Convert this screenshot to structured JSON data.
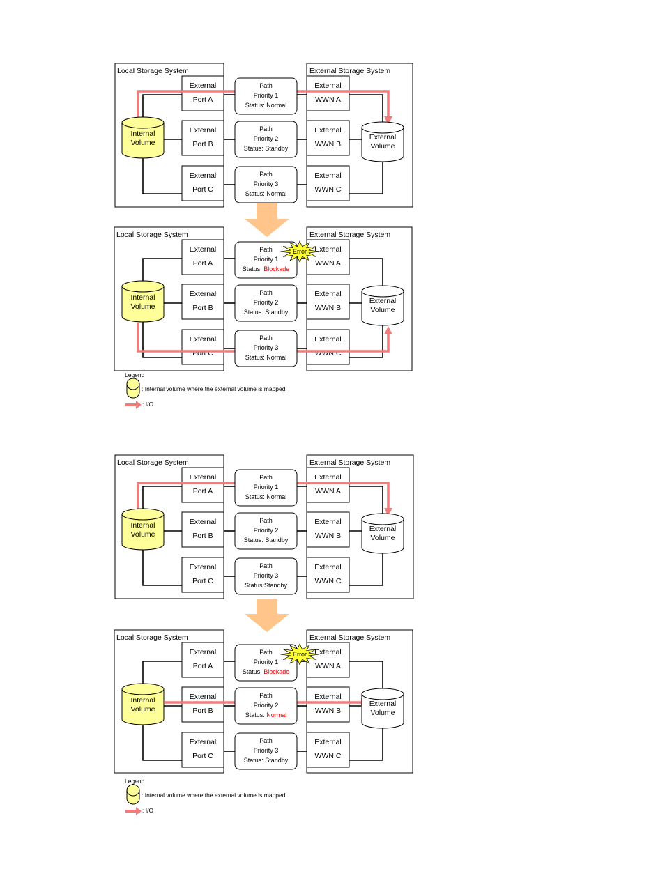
{
  "colors": {
    "io_arrow": "#f07c7c",
    "internal_volume_fill": "#ffff99",
    "external_volume_fill": "#ffffff",
    "blocked_status": "#e00000",
    "error_burst": "#ffff33",
    "transition_arrow": "#ffc58a"
  },
  "icons": [
    "internal-volume-cylinder-icon",
    "external-volume-cylinder-icon",
    "io-arrow-icon",
    "error-burst-icon",
    "down-arrow-icon"
  ],
  "labels": {
    "local": "Local Storage System",
    "external": "External Storage System",
    "external_port": "External",
    "internal_volume": [
      "Internal",
      "Volume"
    ],
    "external_volume": [
      "External",
      "Volume"
    ],
    "path": "Path",
    "error": "Error"
  },
  "diagrams": [
    {
      "id": "d1",
      "ports": [
        "Port A",
        "Port B",
        "Port C"
      ],
      "wwns": [
        "WWN A",
        "WWN B",
        "WWN C"
      ],
      "paths": [
        {
          "priority": "Priority 1",
          "status_prefix": "Status: ",
          "status": "Normal",
          "error": false
        },
        {
          "priority": "Priority 2",
          "status_prefix": "Status: ",
          "status": "Standby",
          "error": false
        },
        {
          "priority": "Priority 3",
          "status_prefix": "Status: ",
          "status": "Normal",
          "error": false
        }
      ],
      "io_path_index": 0
    },
    {
      "id": "d2",
      "ports": [
        "Port A",
        "Port B",
        "Port C"
      ],
      "wwns": [
        "WWN A",
        "WWN B",
        "WWN C"
      ],
      "paths": [
        {
          "priority": "Priority 1",
          "status_prefix": "Status: ",
          "status": "Blockade",
          "error": true
        },
        {
          "priority": "Priority 2",
          "status_prefix": "Status: ",
          "status": "Standby",
          "error": false
        },
        {
          "priority": "Priority 3",
          "status_prefix": "Status: ",
          "status": "Normal",
          "error": false
        }
      ],
      "io_path_index": 2
    },
    {
      "id": "d3",
      "ports": [
        "Port A",
        "Port B",
        "Port C"
      ],
      "wwns": [
        "WWN A",
        "WWN B",
        "WWN C"
      ],
      "paths": [
        {
          "priority": "Priority 1",
          "status_prefix": "Status: ",
          "status": "Normal",
          "error": false
        },
        {
          "priority": "Priority 2",
          "status_prefix": "Status: ",
          "status": "Standby",
          "error": false
        },
        {
          "priority": "Priority 3",
          "status_prefix": "Status:",
          "status": "Standby",
          "error": false
        }
      ],
      "io_path_index": 0
    },
    {
      "id": "d4",
      "ports": [
        "Port A",
        "Port B",
        "Port C"
      ],
      "wwns": [
        "WWN A",
        "WWN B",
        "WWN C"
      ],
      "paths": [
        {
          "priority": "Priority 1",
          "status_prefix": "Status: ",
          "status": "Blockade",
          "error": true
        },
        {
          "priority": "Priority 2",
          "status_prefix": "Status: ",
          "status": "Normal",
          "error": false,
          "highlight": true
        },
        {
          "priority": "Priority 3",
          "status_prefix": "Status: ",
          "status": "Standby",
          "error": false
        }
      ],
      "io_path_index": 1
    }
  ],
  "legend": {
    "title": "Legend",
    "volume_text": ": Internal volume where the external volume is mapped",
    "io_text": ": I/O"
  }
}
